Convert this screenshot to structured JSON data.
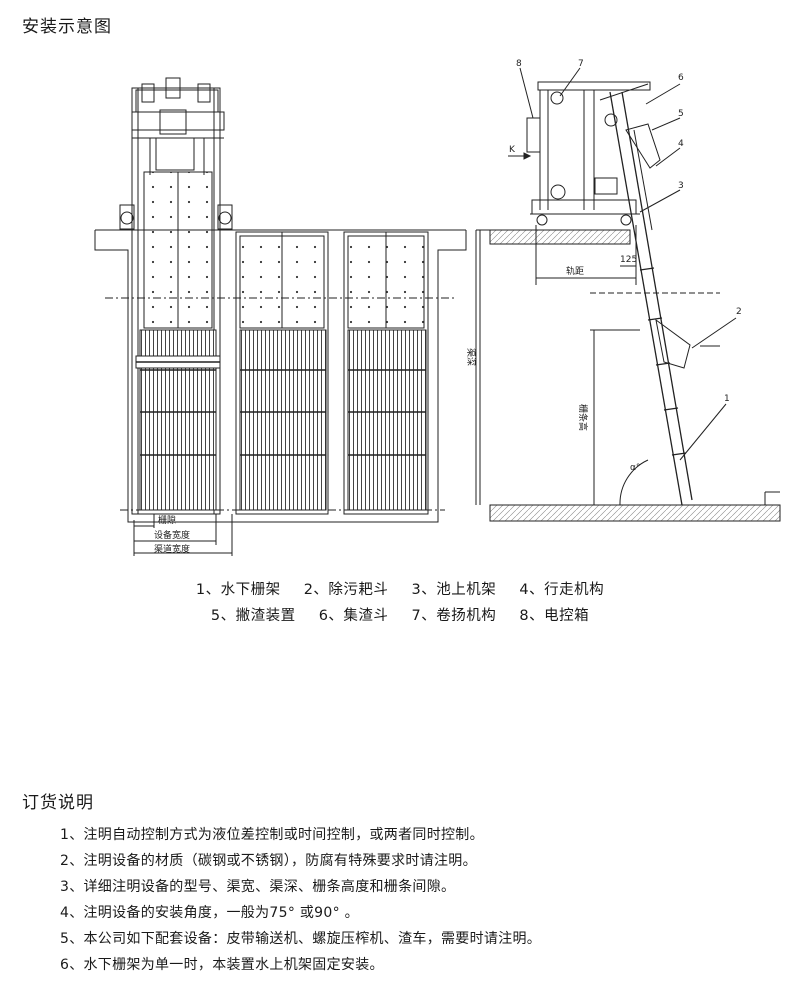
{
  "title": "安装示意图",
  "figure": {
    "left_labels": [
      "栅隙",
      "设备宽度",
      "渠道宽度"
    ],
    "right_labels": {
      "k": "K",
      "rail_gauge": "轨距",
      "offset": "125",
      "channel_depth": "渠深",
      "grate_height": "栅条高",
      "angle": "α°"
    },
    "callouts": [
      "1",
      "2",
      "3",
      "4",
      "5",
      "6",
      "7",
      "8"
    ]
  },
  "legend": {
    "row1": [
      "1、水下栅架",
      "2、除污耙斗",
      "3、池上机架",
      "4、行走机构"
    ],
    "row2": [
      "5、撇渣装置",
      "6、集渣斗",
      "7、卷扬机构",
      "8、电控箱"
    ]
  },
  "order_notes": {
    "title": "订货说明",
    "items": [
      "1、注明自动控制方式为液位差控制或时间控制，或两者同时控制。",
      "2、注明设备的材质（碳钢或不锈钢），防腐有特殊要求时请注明。",
      "3、详细注明设备的型号、渠宽、渠深、栅条高度和栅条间隙。",
      "4、注明设备的安装角度，一般为75°  或90°  。",
      "5、本公司如下配套设备：皮带输送机、螺旋压榨机、渣车，需要时请注明。",
      "6、水下栅架为单一时，本装置水上机架固定安装。"
    ]
  }
}
